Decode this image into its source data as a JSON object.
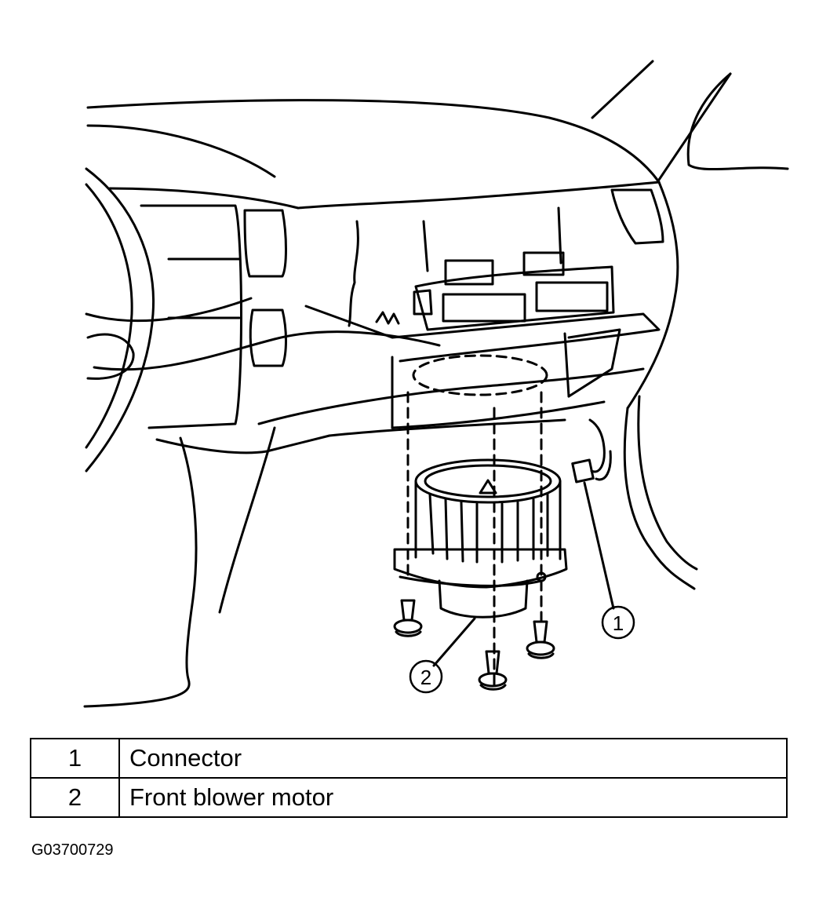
{
  "callouts": [
    {
      "number": "1"
    },
    {
      "number": "2"
    }
  ],
  "legend": [
    {
      "number": "1",
      "description": "Connector"
    },
    {
      "number": "2",
      "description": "Front blower motor"
    }
  ],
  "figure_code": "G03700729"
}
